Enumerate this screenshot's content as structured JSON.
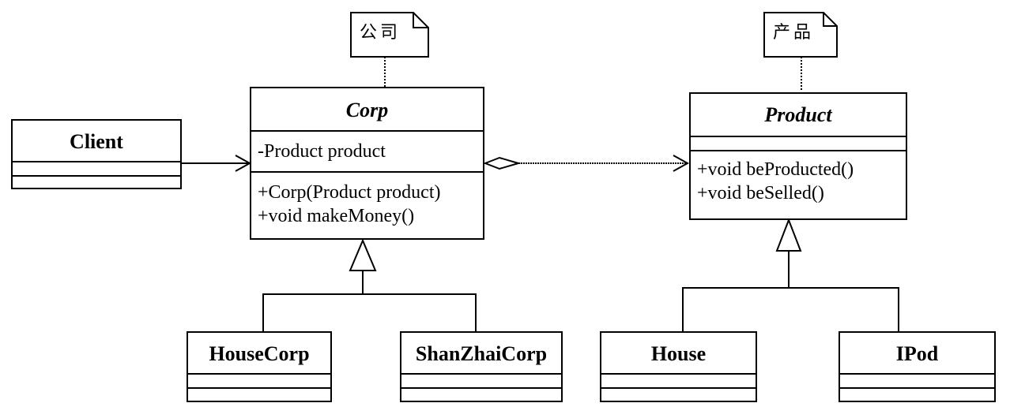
{
  "notes": {
    "corp_note": "公司",
    "product_note": "产品"
  },
  "classes": {
    "client": {
      "name": "Client",
      "attributes": [],
      "operations": []
    },
    "corp": {
      "name": "Corp",
      "abstract": true,
      "attributes": [
        "-Product product"
      ],
      "operations": [
        "+Corp(Product product)",
        "+void makeMoney()"
      ]
    },
    "product": {
      "name": "Product",
      "abstract": true,
      "attributes": [],
      "operations": [
        "+void beProducted()",
        "+void beSelled()"
      ]
    },
    "house_corp": {
      "name": "HouseCorp",
      "attributes": [],
      "operations": []
    },
    "shanzhai_corp": {
      "name": "ShanZhaiCorp",
      "attributes": [],
      "operations": []
    },
    "house": {
      "name": "House",
      "attributes": [],
      "operations": []
    },
    "ipod": {
      "name": "IPod",
      "attributes": [],
      "operations": []
    }
  },
  "relations": [
    {
      "type": "association",
      "from": "Client",
      "to": "Corp"
    },
    {
      "type": "aggregation",
      "from": "Corp",
      "to": "Product"
    },
    {
      "type": "generalization",
      "from": "HouseCorp",
      "to": "Corp"
    },
    {
      "type": "generalization",
      "from": "ShanZhaiCorp",
      "to": "Corp"
    },
    {
      "type": "generalization",
      "from": "House",
      "to": "Product"
    },
    {
      "type": "generalization",
      "from": "IPod",
      "to": "Product"
    },
    {
      "type": "note-anchor",
      "from": "公司",
      "to": "Corp"
    },
    {
      "type": "note-anchor",
      "from": "产品",
      "to": "Product"
    }
  ]
}
